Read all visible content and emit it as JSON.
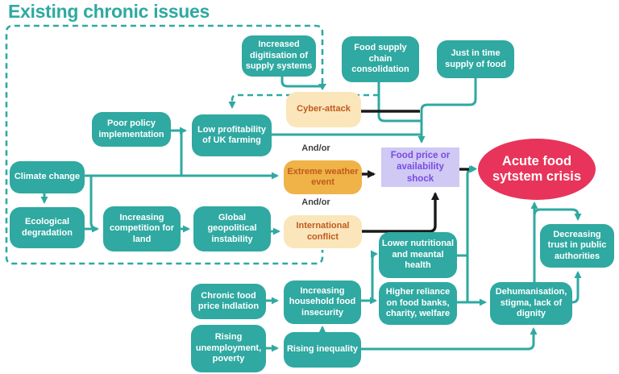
{
  "title": "Existing chronic issues",
  "connector_labels": {
    "and_or_top": "And/or",
    "and_or_bottom": "And/or"
  },
  "colors": {
    "teal": "#2FA9A1",
    "cream": "#FAE6BA",
    "amber": "#EFB347",
    "amber_text": "#C05A1E",
    "lavender": "#CFC9F4",
    "purple_text": "#7B4AE2",
    "red": "#E8345A",
    "black_line": "#1A1A1A",
    "andor_text": "#3F3F3F"
  },
  "nodes": {
    "increased_digitisation": {
      "label": "Increased digitisation of supply systems"
    },
    "food_supply_chain": {
      "label": "Food supply chain consolidation"
    },
    "just_in_time": {
      "label": "Just in time supply of food"
    },
    "cyber_attack": {
      "label": "Cyber-attack"
    },
    "poor_policy": {
      "label": "Poor policy implementation"
    },
    "low_profitability": {
      "label": "Low profitability of UK farming"
    },
    "climate_change": {
      "label": "Climate change"
    },
    "ecological_degradation": {
      "label": "Ecological degradation"
    },
    "increasing_competition": {
      "label": "Increasing competition for land"
    },
    "global_geopolitical": {
      "label": "Global geopolitical instability"
    },
    "extreme_weather": {
      "label": "Extreme weather event"
    },
    "international_conflict": {
      "label": "International conflict"
    },
    "food_price_shock": {
      "label": "Food price or availability shock"
    },
    "acute_crisis": {
      "label": "Acute food sytstem crisis"
    },
    "lower_nutritional": {
      "label": "Lower nutritional and meantal health"
    },
    "higher_reliance": {
      "label": "Higher reliance on food banks, charity, welfare"
    },
    "decreasing_trust": {
      "label": "Decreasing trust in public authorities"
    },
    "dehumanisation": {
      "label": "Dehumanisation, stigma, lack of dignity"
    },
    "chronic_food_price": {
      "label": "Chronic food price indlation"
    },
    "increasing_household": {
      "label": "Increasing household food insecurity"
    },
    "rising_unemployment": {
      "label": "Rising unemployment, poverty"
    },
    "rising_inequality": {
      "label": "Rising inequality"
    }
  }
}
